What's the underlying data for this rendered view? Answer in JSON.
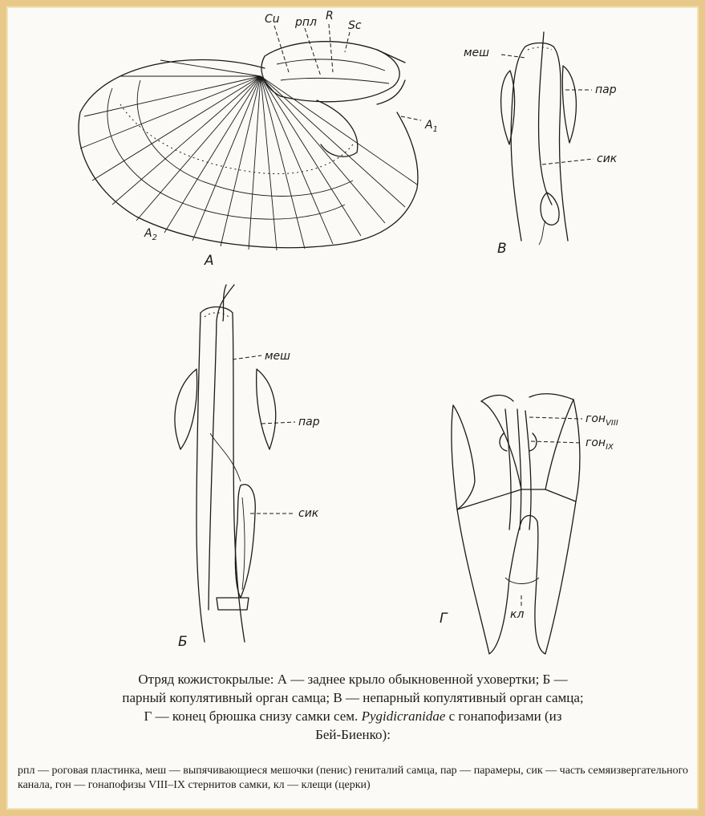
{
  "figure": {
    "panels": {
      "A": "А",
      "B": "Б",
      "V": "В",
      "G": "Г"
    },
    "wing_labels": {
      "cu": "Cu",
      "rpl": "рпл",
      "r": "R",
      "sc": "Sc",
      "a1": "A",
      "a1_sub": "1",
      "a2": "A",
      "a2_sub": "2"
    },
    "v_labels": {
      "mesh": "меш",
      "par": "пар",
      "sik": "сик"
    },
    "b_labels": {
      "mesh": "меш",
      "par": "пар",
      "sik": "сик"
    },
    "g_labels": {
      "gon_viii": "гон",
      "gon_viii_sub": "VIII",
      "gon_ix": "гон",
      "gon_ix_sub": "IX",
      "kl": "кл"
    }
  },
  "caption": {
    "line1": "Отряд кожистокрылые: А — заднее крыло обыкновенной уховертки; Б —",
    "line2": "парный копулятивный орган самца; В — непарный копулятивный орган самца;",
    "line3a": "Г — конец брюшка снизу самки сем. ",
    "line3_family": "Pygidicranidae",
    "line3b": " с гонапофизами (из",
    "line4": "Бей-Биенко):"
  },
  "legend": {
    "text": "рпл — роговая пластинка, меш — выпячивающиеся мешочки (пенис) гениталий самца, пар — парамеры, сик — часть семяизвергательного канала, гон — гонапофизы VIII–IX стернитов самки, кл — клещи (церки)"
  }
}
